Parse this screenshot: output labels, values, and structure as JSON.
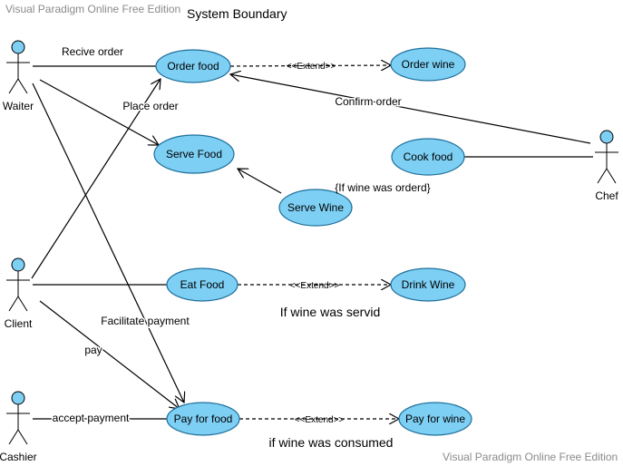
{
  "watermark_top": "Visual Paradigm Online Free Edition",
  "watermark_bottom": "Visual Paradigm Online Free Edition",
  "system_boundary": "System Boundary",
  "colors": {
    "usecase_fill": "#7dcff4",
    "usecase_stroke": "#1f6f9a",
    "actor_fill": "#7dcff4",
    "line": "#000000"
  },
  "actors": [
    {
      "id": "waiter",
      "name": "Waiter"
    },
    {
      "id": "client",
      "name": "Client"
    },
    {
      "id": "cashier",
      "name": "Cashier"
    },
    {
      "id": "chef",
      "name": "Chef"
    }
  ],
  "usecases": [
    {
      "id": "order_food",
      "label": "Order food"
    },
    {
      "id": "order_wine",
      "label": "Order wine"
    },
    {
      "id": "serve_food",
      "label": "Serve Food"
    },
    {
      "id": "cook_food",
      "label": "Cook food"
    },
    {
      "id": "serve_wine",
      "label": "Serve Wine"
    },
    {
      "id": "eat_food",
      "label": "Eat Food"
    },
    {
      "id": "drink_wine",
      "label": "Drink Wine"
    },
    {
      "id": "pay_for_food",
      "label": "Pay for food"
    },
    {
      "id": "pay_for_wine",
      "label": "Pay for wine"
    }
  ],
  "relations": [
    {
      "id": "recive_order",
      "from": "waiter",
      "to": "order_food",
      "kind": "association",
      "label": "Recive order"
    },
    {
      "id": "waiter_serve",
      "from": "waiter",
      "to": "serve_food",
      "kind": "directed",
      "label": ""
    },
    {
      "id": "facilitate_payment",
      "from": "waiter",
      "to": "pay_for_food",
      "kind": "directed",
      "label": "Facilitate payment"
    },
    {
      "id": "place_order",
      "from": "client",
      "to": "order_food",
      "kind": "directed",
      "label": "Place order"
    },
    {
      "id": "client_eat",
      "from": "client",
      "to": "eat_food",
      "kind": "association",
      "label": ""
    },
    {
      "id": "pay",
      "from": "client",
      "to": "pay_for_food",
      "kind": "directed",
      "label": "pay"
    },
    {
      "id": "accept_payment",
      "from": "cashier",
      "to": "pay_for_food",
      "kind": "association",
      "label": "accept payment"
    },
    {
      "id": "confirm_order",
      "from": "chef",
      "to": "order_food",
      "kind": "directed",
      "label": "Confirm order"
    },
    {
      "id": "chef_cook",
      "from": "chef",
      "to": "cook_food",
      "kind": "association",
      "label": ""
    },
    {
      "id": "wine_to_food",
      "from": "serve_wine",
      "to": "serve_food",
      "kind": "directed",
      "label": ""
    },
    {
      "id": "extend_order",
      "from": "order_food",
      "to": "order_wine",
      "kind": "extend",
      "label": "<<Extend>>"
    },
    {
      "id": "extend_eat",
      "from": "eat_food",
      "to": "drink_wine",
      "kind": "extend",
      "label": "<<Extend>>"
    },
    {
      "id": "extend_pay",
      "from": "pay_for_food",
      "to": "pay_for_wine",
      "kind": "extend",
      "label": "<<Extend>>"
    }
  ],
  "notes": [
    {
      "id": "if_wine_orderd",
      "text": "{If wine was orderd}"
    },
    {
      "id": "if_wine_servid",
      "text": "If wine was servid"
    },
    {
      "id": "if_wine_consumed",
      "text": "if wine was consumed"
    }
  ]
}
